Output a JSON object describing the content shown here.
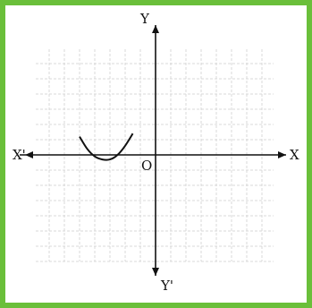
{
  "frame": {
    "border_color": "#6abf3a"
  },
  "chart_data": {
    "type": "line",
    "title": "",
    "axis_labels": {
      "x_positive": "X",
      "x_negative": "X'",
      "y_positive": "Y",
      "y_negative": "Y'",
      "origin": "O"
    },
    "grid": true,
    "grid_color": "#d9d9d9",
    "series": [
      {
        "curve": "upward parabola",
        "color": "#111111",
        "x": [
          -5.0,
          -4.5,
          -4.0,
          -3.5,
          -3.0,
          -2.5,
          -2.0,
          -1.5
        ],
        "y": [
          1.2,
          0.4,
          -0.1,
          -0.3,
          -0.3,
          0.0,
          0.6,
          1.4
        ]
      }
    ]
  }
}
